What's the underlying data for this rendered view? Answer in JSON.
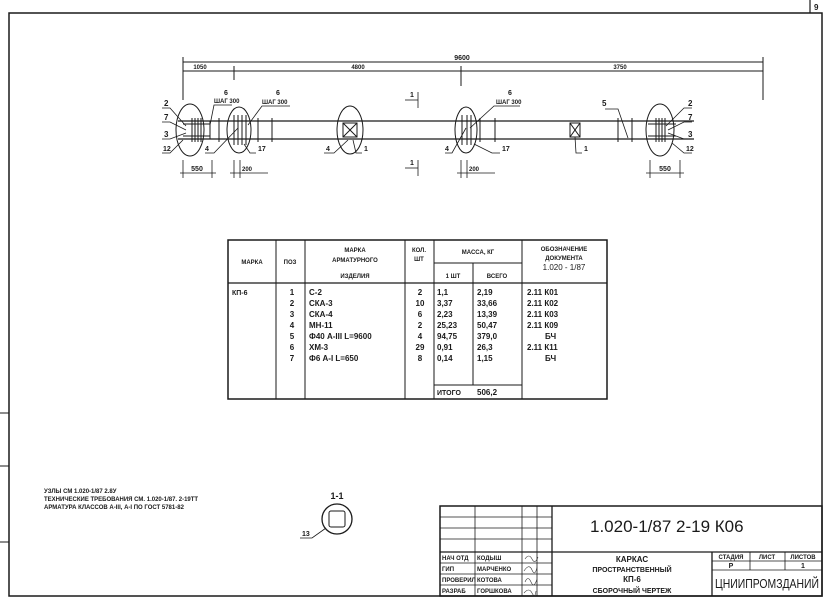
{
  "sheet_number": "9",
  "drawing": {
    "dim_total": "9600",
    "dim_left": "1050",
    "dim_mid": "4800",
    "dim_right": "3750",
    "dim_550_left": "550",
    "dim_200_left": "200",
    "dim_200_right": "200",
    "dim_550_right": "550",
    "section_mark": "1",
    "callouts": {
      "c2l": "2",
      "c7l": "7",
      "c3l": "3",
      "c12l": "12",
      "c6a": "6",
      "c6a_step": "ШАГ 300",
      "c6b": "6",
      "c6b_step": "ШАГ 300",
      "c4a": "4",
      "c17a": "17",
      "c4b": "4",
      "c1b": "1",
      "c6c": "6",
      "c6c_step": "ШАГ 300",
      "c4c": "4",
      "c17c": "17",
      "c1d": "1",
      "c5": "5",
      "c2r": "2",
      "c7r": "7",
      "c3r": "3",
      "c12r": "12"
    }
  },
  "spec_table": {
    "headers": {
      "mark": "МАРКА",
      "pos": "ПОЗ",
      "item_mark_1": "МАРКА",
      "item_mark_2": "АРМАТУРНОГО",
      "item_mark_3": "ИЗДЕЛИЯ",
      "qty_1": "КОЛ.",
      "qty_2": "ШТ",
      "mass": "МАССА, КГ",
      "mass_unit": "1 ШТ",
      "mass_total": "ВСЕГО",
      "doc_1": "ОБОЗНАЧЕНИЕ",
      "doc_2": "ДОКУМЕНТА",
      "doc_3": "1.020 - 1/87"
    },
    "mark": "КП-6",
    "rows": [
      {
        "pos": "1",
        "item": "С-2",
        "qty": "2",
        "unit": "1,1",
        "total": "2,19",
        "doc": "2.11 К01"
      },
      {
        "pos": "2",
        "item": "СКА-3",
        "qty": "10",
        "unit": "3,37",
        "total": "33,66",
        "doc": "2.11 К02"
      },
      {
        "pos": "3",
        "item": "СКА-4",
        "qty": "6",
        "unit": "2,23",
        "total": "13,39",
        "doc": "2.11 К03"
      },
      {
        "pos": "4",
        "item": "МН-11",
        "qty": "2",
        "unit": "25,23",
        "total": "50,47",
        "doc": "2.11 К09"
      },
      {
        "pos": "5",
        "item": "Ф40 А-III L=9600",
        "qty": "4",
        "unit": "94,75",
        "total": "379,0",
        "doc": "БЧ"
      },
      {
        "pos": "6",
        "item": "ХМ-3",
        "qty": "29",
        "unit": "0,91",
        "total": "26,3",
        "doc": "2.11 К11"
      },
      {
        "pos": "7",
        "item": "Ф6 А-I L=650",
        "qty": "8",
        "unit": "0,14",
        "total": "1,15",
        "doc": "БЧ"
      }
    ],
    "total_label": "ИТОГО",
    "total_value": "506,2"
  },
  "notes": [
    "УЗЛЫ СМ 1.020-1/87 2.8У",
    "ТЕХНИЧЕСКИЕ ТРЕБОВАНИЯ СМ. 1.020-1/87. 2-19ТТ",
    "АРМАТУРА КЛАССОВ А-III, А-I ПО ГОСТ 5781-82"
  ],
  "section": {
    "title": "1-1",
    "callout": "13"
  },
  "title_block": {
    "code": "1.020-1/87 2-19 К06",
    "title_1": "КАРКАС",
    "title_2": "ПРОСТРАНСТВЕННЫЙ",
    "title_3": "КП-6",
    "title_4": "СБОРОЧНЫЙ ЧЕРТЕЖ",
    "stage_label": "СТАДИЯ",
    "sheet_label": "ЛИСТ",
    "sheets_label": "ЛИСТОВ",
    "stage": "Р",
    "sheet": "",
    "sheets": "1",
    "organization": "ЦНИИПРОМЗДАНИЙ",
    "signatures": [
      {
        "role": "НАЧ ОТД",
        "name": "КОДЫШ"
      },
      {
        "role": "ГИП",
        "name": "МАРЧЕНКО"
      },
      {
        "role": "ПРОВЕРИЛ",
        "name": "КОТОВА"
      },
      {
        "role": "РАЗРАБ",
        "name": "ГОРШКОВА"
      }
    ]
  }
}
